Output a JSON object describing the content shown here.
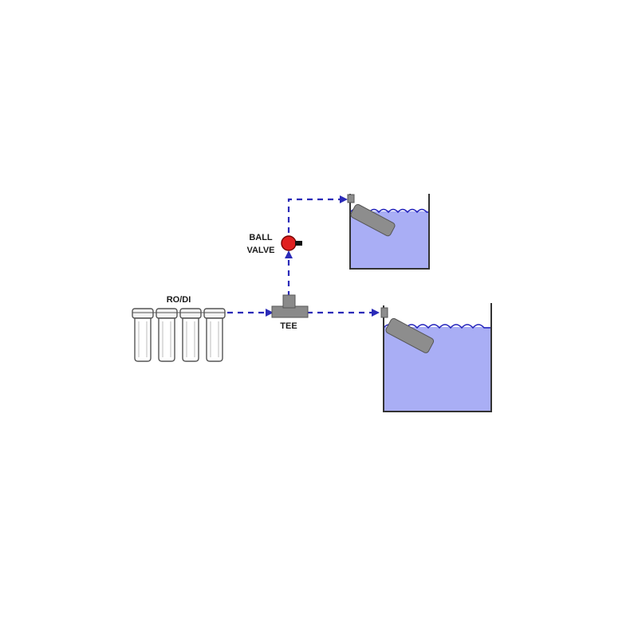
{
  "labels": {
    "rodi": "RO/DI",
    "ball_valve_line1": "BALL",
    "ball_valve_line2": "VALVE",
    "tee": "TEE"
  },
  "colors": {
    "pipe": "#2a2ab8",
    "water": "#a9aef5",
    "valve": "#e02020",
    "fitting": "#8a8a8a"
  }
}
